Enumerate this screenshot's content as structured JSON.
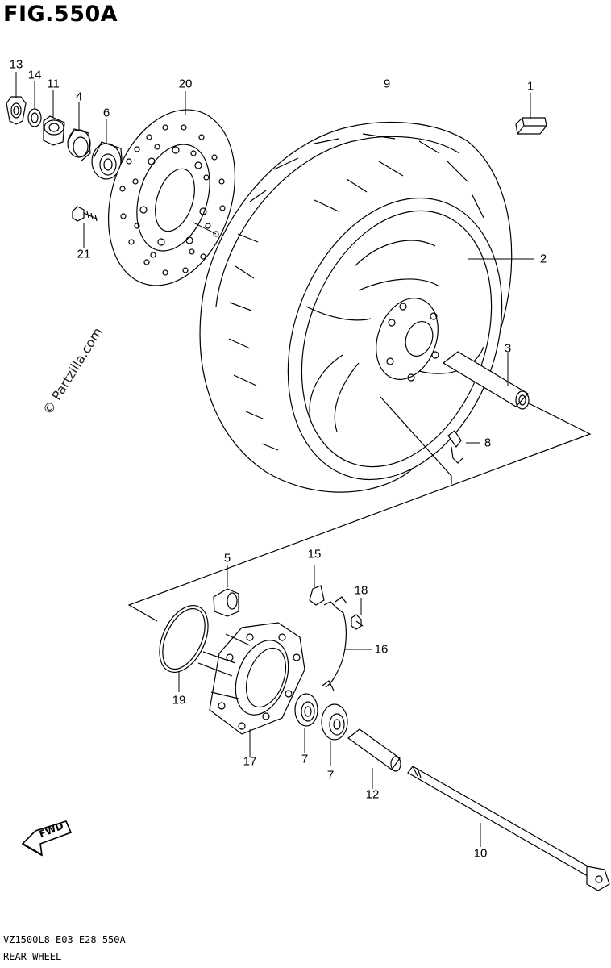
{
  "figure": {
    "title": "FIG.550A",
    "footer_code": "VZ1500L8  E03  E28  550A",
    "footer_name": "REAR WHEEL",
    "watermark": "© Partzilla.com",
    "direction_badge": "FWD"
  },
  "callouts": [
    {
      "id": "13",
      "label": "13"
    },
    {
      "id": "14",
      "label": "14"
    },
    {
      "id": "11",
      "label": "11"
    },
    {
      "id": "4",
      "label": "4"
    },
    {
      "id": "6",
      "label": "6"
    },
    {
      "id": "20",
      "label": "20"
    },
    {
      "id": "9",
      "label": "9"
    },
    {
      "id": "1",
      "label": "1"
    },
    {
      "id": "21",
      "label": "21"
    },
    {
      "id": "2",
      "label": "2"
    },
    {
      "id": "3",
      "label": "3"
    },
    {
      "id": "8",
      "label": "8"
    },
    {
      "id": "5",
      "label": "5"
    },
    {
      "id": "15",
      "label": "15"
    },
    {
      "id": "18",
      "label": "18"
    },
    {
      "id": "16",
      "label": "16"
    },
    {
      "id": "19",
      "label": "19"
    },
    {
      "id": "17",
      "label": "17"
    },
    {
      "id": "7a",
      "label": "7"
    },
    {
      "id": "7b",
      "label": "7"
    },
    {
      "id": "12",
      "label": "12"
    },
    {
      "id": "10",
      "label": "10"
    }
  ],
  "icons": {
    "fwd_arrow": "fwd-arrow-icon"
  },
  "colors": {
    "line": "#000000",
    "background": "#ffffff"
  }
}
